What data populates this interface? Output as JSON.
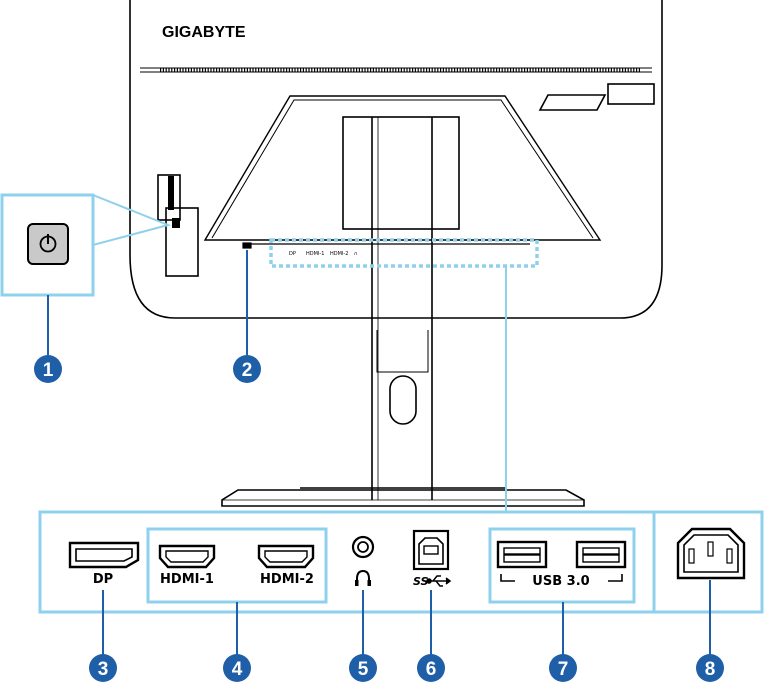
{
  "brand": "GIGABYTE",
  "colors": {
    "callout": "#8fd1ec",
    "badge": "#1f5fa8",
    "line": "#000000"
  },
  "ports": [
    {
      "number": "1",
      "icon": "power-button-icon",
      "label": ""
    },
    {
      "number": "2",
      "icon": "kensington-lock-icon",
      "label": ""
    },
    {
      "number": "3",
      "icon": "displayport-icon",
      "label": "DP"
    },
    {
      "number": "4",
      "icon": "hdmi-icon",
      "labels": [
        "HDMI-1",
        "HDMI-2"
      ]
    },
    {
      "number": "5",
      "icon": "headphone-jack-icon",
      "label": ""
    },
    {
      "number": "6",
      "icon": "usb-b-upstream-icon",
      "label": "SS"
    },
    {
      "number": "7",
      "icon": "usb-a-icon",
      "label": "USB 3.0"
    },
    {
      "number": "8",
      "icon": "ac-power-inlet-icon",
      "label": ""
    }
  ],
  "panel_small_labels": [
    "DP",
    "HDMI-1",
    "HDMI-2"
  ]
}
